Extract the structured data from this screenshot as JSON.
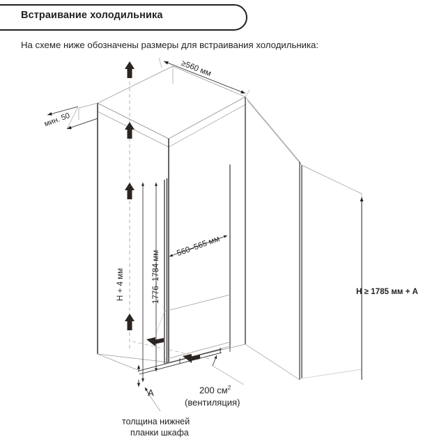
{
  "header": {
    "title": "Встраивание холодильника"
  },
  "intro": {
    "text": "На схеме ниже обозначены размеры для встраивания холодильника:"
  },
  "diagram": {
    "name": "built-in-refrigerator-niche-diagram",
    "labels": {
      "top_depth": "≥560 мм",
      "rear_gap": "мин. 50",
      "height_plus": "H + 4 мм",
      "height_range": "1776–1784 мм",
      "niche_width": "560–565 мм",
      "door_height": "H ≥ 1785 мм + A",
      "plinth_marker": "A",
      "vent_area": "200 см",
      "vent_area_sup": "2",
      "vent_note": "(вентиляция)",
      "plinth_note_line1": "толщина нижней",
      "plinth_note_line2": "планки шкафа"
    },
    "colors": {
      "ink": "#231f20",
      "construction_line": "#9a9a9a",
      "hidden_line": "#b4b4b4",
      "arrow_fill": "#2b2522"
    }
  }
}
